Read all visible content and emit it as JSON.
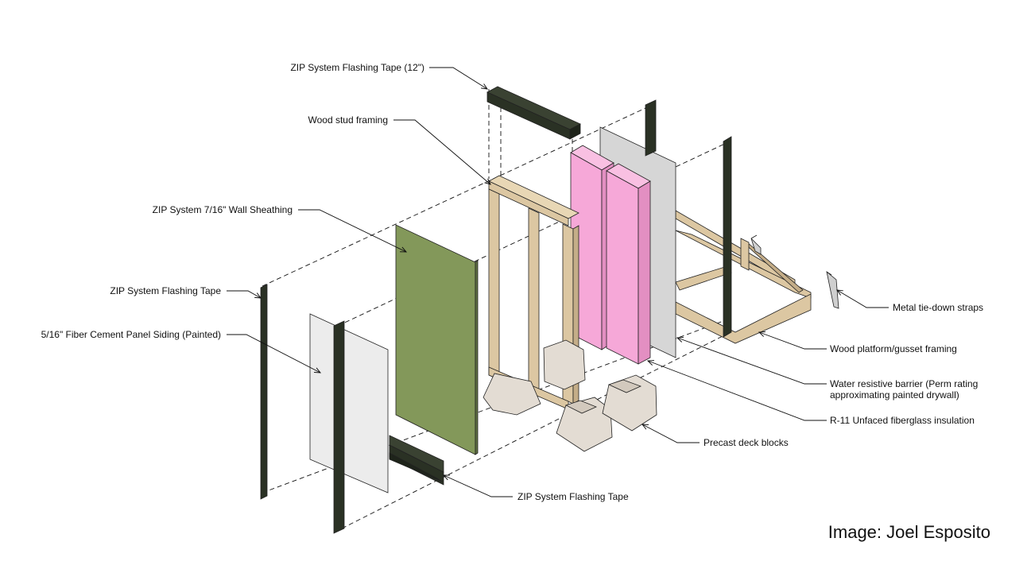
{
  "labels": {
    "flashing_tape_12": "ZIP System Flashing Tape (12\")",
    "wood_stud_framing": "Wood stud framing",
    "wall_sheathing": "ZIP System 7/16\" Wall Sheathing",
    "flashing_tape_left": "ZIP System Flashing Tape",
    "fiber_cement_siding": "5/16\" Fiber Cement Panel Siding (Painted)",
    "flashing_tape_bottom": "ZIP System Flashing Tape",
    "metal_tie_down": "Metal tie-down straps",
    "wood_platform": "Wood platform/gusset framing",
    "wrb_line1": "Water resistive barrier (Perm rating",
    "wrb_line2": "approximating painted drywall)",
    "insulation": "R-11 Unfaced fiberglass insulation",
    "deck_blocks": "Precast deck blocks"
  },
  "credit": "Image: Joel Esposito",
  "colors": {
    "tape": "#2a3124",
    "sheathing": "#83985a",
    "siding": "#ececec",
    "wood": "#dcc7a2",
    "insulation": "#f6a8d8",
    "wrb": "#d6d6d6",
    "concrete": "#e3dcd3"
  }
}
